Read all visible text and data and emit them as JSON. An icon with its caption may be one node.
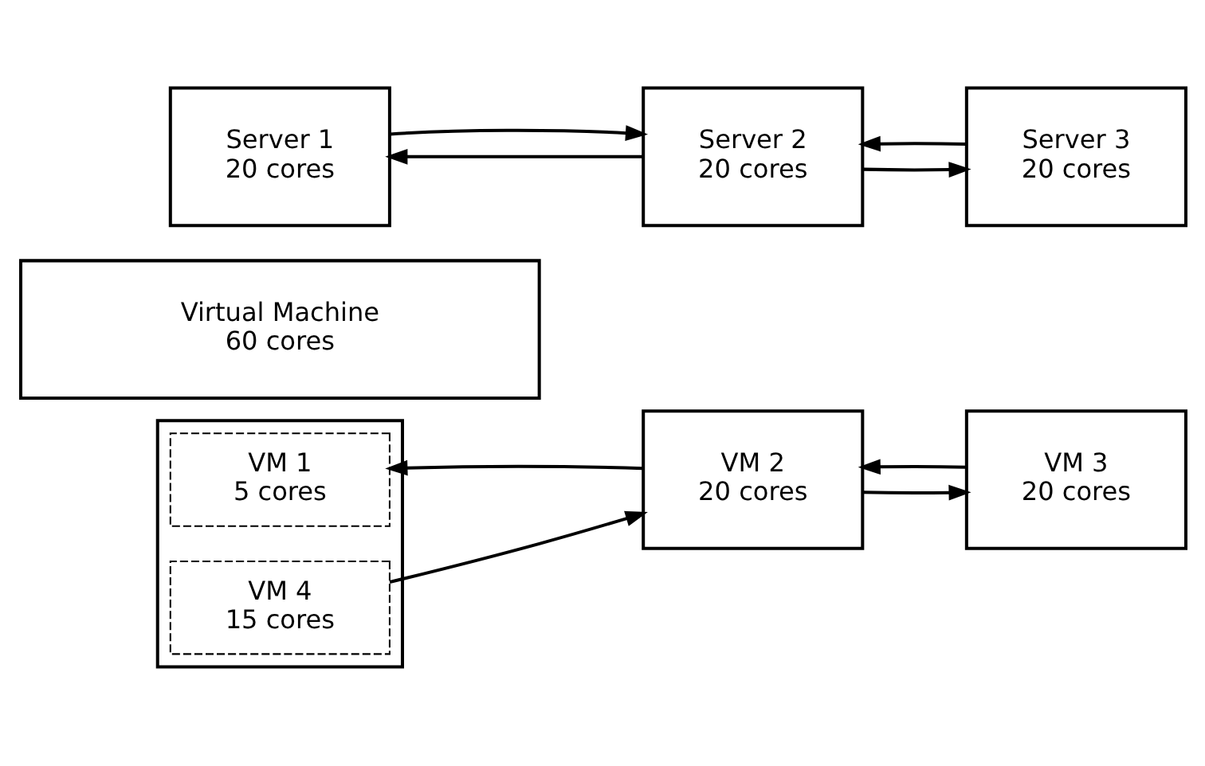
{
  "diagram": {
    "nodes": [
      {
        "text": [
          "Server 1",
          "20 cores"
        ]
      },
      {
        "text": [
          "Server 2",
          "20 cores"
        ]
      },
      {
        "text": [
          "Server 3",
          "20 cores"
        ]
      },
      {
        "text": [
          "Virtual Machine",
          "60 cores"
        ]
      },
      {
        "text": [],
        "shape": "box"
      },
      {
        "text": [
          "VM 1",
          "5 cores"
        ],
        "in": 4
      },
      {
        "text": [
          "VM 4",
          "15 cores"
        ],
        "in": 4
      },
      {
        "text": [
          "VM 2",
          "20 cores"
        ]
      },
      {
        "text": [
          "VM 3",
          "20 cores"
        ]
      }
    ],
    "edges": [
      {
        "from": 1,
        "to": 0,
        "arrow": "to"
      },
      {
        "from": 0,
        "to": 1,
        "arrow": "to"
      },
      {
        "from": 2,
        "to": 1,
        "arrow": "to"
      },
      {
        "from": 1,
        "to": 2,
        "arrow": "to"
      },
      {
        "from": 7,
        "to": 5,
        "arrow": "to"
      },
      {
        "from": 6,
        "to": 7,
        "arrow": "to"
      },
      {
        "from": 8,
        "to": 7,
        "arrow": "to"
      },
      {
        "from": 7,
        "to": 8,
        "arrow": "to"
      }
    ]
  }
}
